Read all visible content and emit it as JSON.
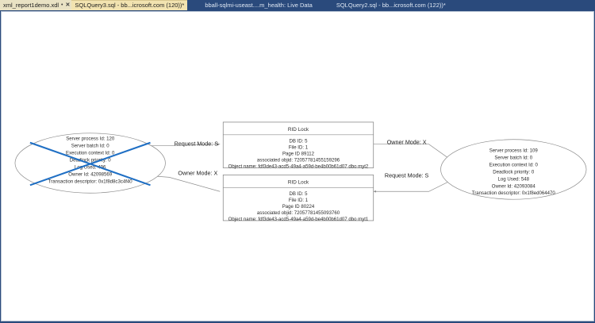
{
  "window": {
    "title": "xml_report1demo.xdl",
    "chrome_color": "#2a4a7c"
  },
  "tabs": [
    {
      "label": "xml_report1demo.xdl",
      "active": true,
      "pinned": true,
      "closable": true,
      "pin_glyph": "•",
      "close_glyph": "✕"
    },
    {
      "label": "SQLQuery3.sql - bb...icrosoft.com (120))*",
      "active": false,
      "pinned": false,
      "closable": false
    },
    {
      "label": "bball-sqlmi-useast....m_health: Live Data",
      "active": false,
      "pinned": false,
      "closable": false
    },
    {
      "label": "SQLQuery2.sql - bb...icrosoft.com (122))*",
      "active": false,
      "pinned": false,
      "closable": false
    }
  ],
  "graph": {
    "victim_cross_color": "#1f6fc4",
    "processes": [
      {
        "id": "process-left",
        "is_victim": true,
        "lines": [
          "Server process Id: 120",
          "Server batch Id: 0",
          "Execution context Id: 0",
          "Deadlock priority: 0",
          "Log Used: 496",
          "Owner Id: 42098569",
          "Transaction descriptor: 0x1f8d8c3c4f40"
        ]
      },
      {
        "id": "process-right",
        "is_victim": false,
        "lines": [
          "Server process Id: 109",
          "Server batch Id: 0",
          "Execution context Id: 0",
          "Deadlock priority: 0",
          "Log Used: 548",
          "Owner Id: 42093084",
          "Transaction descriptor: 0x1f8ed064470"
        ]
      }
    ],
    "resources": [
      {
        "id": "resource-top",
        "title": "RID Lock",
        "lines": [
          "DB ID: 5",
          "File ID: 1",
          "Page ID 89112",
          "associated objid: 72057781455159296",
          "Object name: fdf3de43-acd5-49a4-a59d-be4b00b61d07 dbo myt2"
        ]
      },
      {
        "id": "resource-bottom",
        "title": "RID Lock",
        "lines": [
          "DB ID: 5",
          "File ID: 1",
          "Page ID 80224",
          "associated objid: 72057781455093760",
          "Object name: fdf3de43-acd5-49a4-a59d-be4b00b61d07 dbo myt1"
        ]
      }
    ],
    "edges": [
      {
        "id": "edge-left-request",
        "label": "Request Mode: S",
        "from": "process-left",
        "to": "resource-top"
      },
      {
        "id": "edge-left-owner",
        "label": "Owner Mode: X",
        "from": "resource-bottom",
        "to": "process-left"
      },
      {
        "id": "edge-right-owner",
        "label": "Owner Mode: X",
        "from": "resource-top",
        "to": "process-right"
      },
      {
        "id": "edge-right-request",
        "label": "Request Mode: S",
        "from": "process-right",
        "to": "resource-bottom"
      }
    ]
  }
}
